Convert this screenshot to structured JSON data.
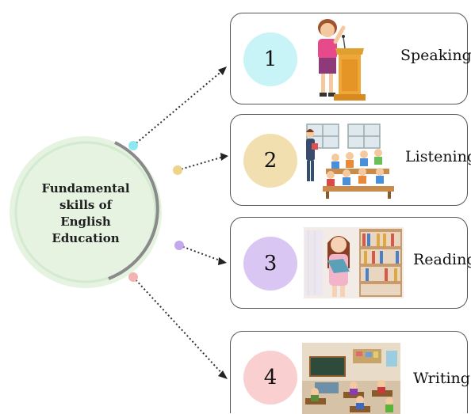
{
  "center": {
    "lines": [
      "Fundamental",
      "skills of",
      "English",
      "Education"
    ]
  },
  "skills": [
    {
      "number": "1",
      "label": "Speaking",
      "color": "#c9f4f7",
      "icon": "teacher-at-podium-icon"
    },
    {
      "number": "2",
      "label": "Listening",
      "color": "#f1dfb0",
      "icon": "classroom-students-icon"
    },
    {
      "number": "3",
      "label": "Reading",
      "color": "#d9c6f3",
      "icon": "girl-reading-in-library-icon"
    },
    {
      "number": "4",
      "label": "Writing",
      "color": "#f9cfcf",
      "icon": "students-writing-classroom-icon"
    }
  ],
  "colors": {
    "center_fill": "#e6f3e1",
    "arc": "#7a7a7a",
    "dot_1": "#8fe8ef",
    "dot_2": "#ecd48a",
    "dot_3": "#c3a8ee",
    "dot_4": "#f4b3b3"
  }
}
